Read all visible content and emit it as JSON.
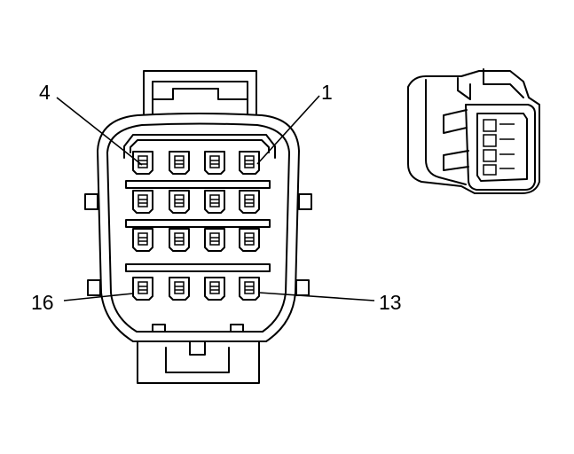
{
  "connector": {
    "pin_count": 16,
    "rows": 4,
    "columns": 4,
    "callouts": {
      "top_right": "1",
      "top_left": "4",
      "bottom_right": "13",
      "bottom_left": "16"
    }
  },
  "colors": {
    "line": "#000000",
    "background": "#ffffff"
  }
}
